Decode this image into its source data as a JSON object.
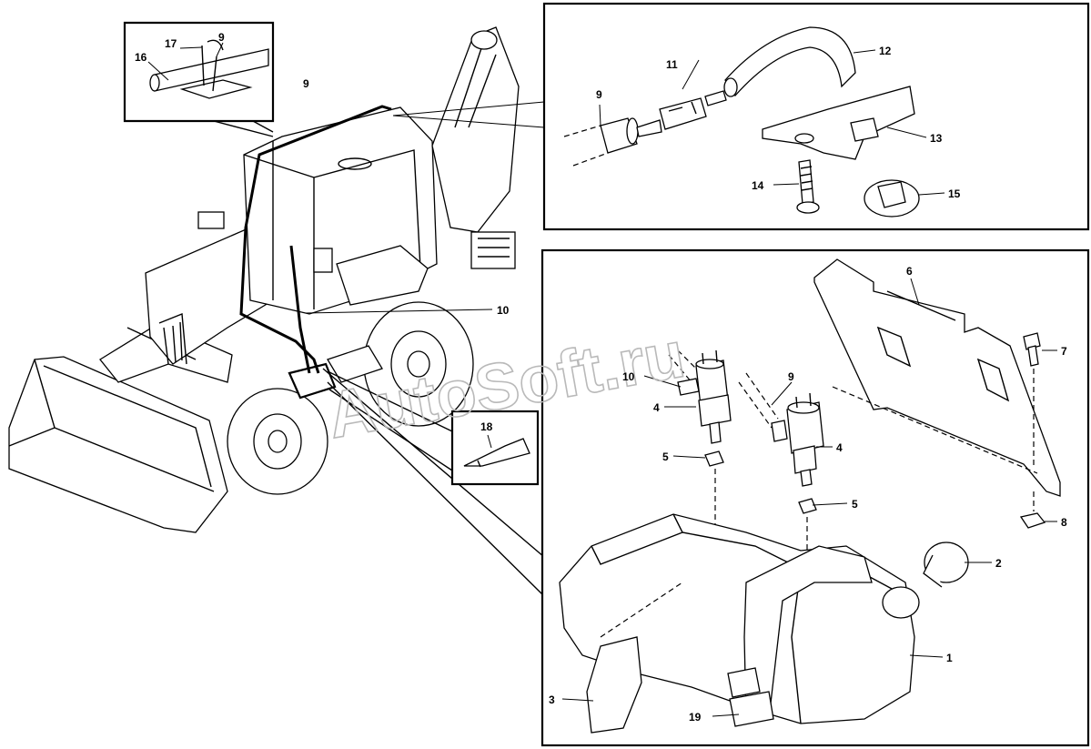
{
  "watermark": "AutoSoft.ru",
  "callouts": {
    "c1": "1",
    "c2": "2",
    "c3": "3",
    "c4a": "4",
    "c4b": "4",
    "c5a": "5",
    "c5b": "5",
    "c6": "6",
    "c7": "7",
    "c8": "8",
    "c9_detail_clip": "9",
    "c9_machine": "9",
    "c9_hose_inset": "9",
    "c9_pump_inset": "9",
    "c10_machine": "10",
    "c10_pump_inset": "10",
    "c11": "11",
    "c12": "12",
    "c13": "13",
    "c14": "14",
    "c15": "15",
    "c16": "16",
    "c17": "17",
    "c18": "18",
    "c19": "19"
  }
}
